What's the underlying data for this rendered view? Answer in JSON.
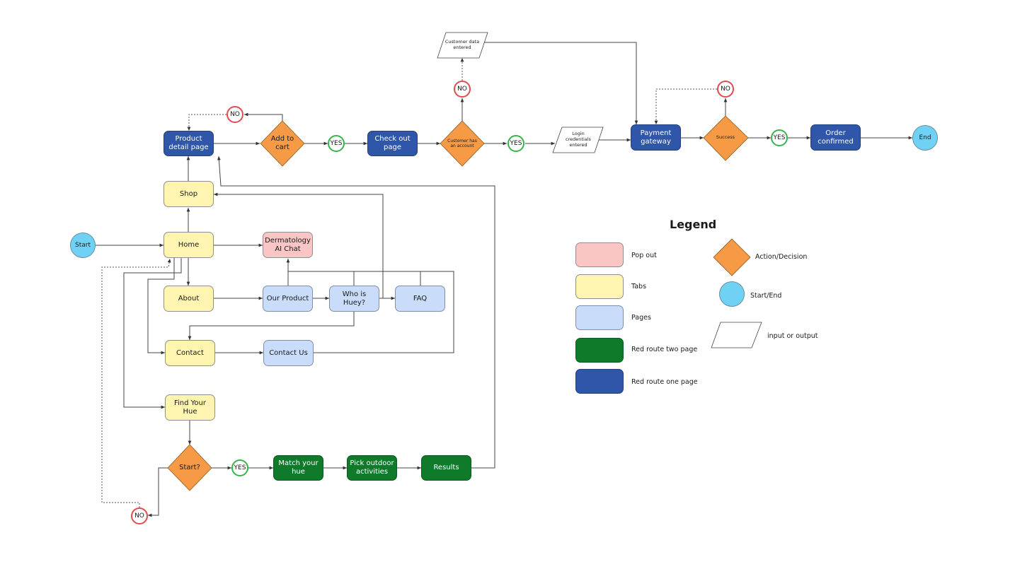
{
  "nodes": {
    "start": "Start",
    "home": "Home",
    "shop": "Shop",
    "about": "About",
    "contact": "Contact",
    "find_your_hue": "Find Your Hue",
    "derm_ai_chat": "Dermatology AI Chat",
    "our_product": "Our Product",
    "who_is_huey": "Who is Huey?",
    "faq": "FAQ",
    "contact_us": "Contact Us",
    "product_detail": "Product detail page",
    "add_to_cart": "Add to cart",
    "check_out": "Check out page",
    "customer_has_account": "Customer has an account",
    "customer_data_entered": "Customer data entered",
    "login_entered": "Login credentials entered",
    "payment_gateway": "Payment gateway",
    "success": "Success",
    "order_confirmed": "Order confirmed",
    "end": "End",
    "start_q": "Start?",
    "match_your_hue": "Match your hue",
    "pick_outdoor": "Pick outdoor activities",
    "results": "Results"
  },
  "answers": {
    "yes": "YES",
    "no": "NO"
  },
  "legend": {
    "title": "Legend",
    "items": {
      "pop_out": "Pop out",
      "tabs": "Tabs",
      "pages": "Pages",
      "red_route_two": "Red route two page",
      "red_route_one": "Red route one page",
      "action_decision": "Action/Decision",
      "start_end": "Start/End",
      "input_output": "input or output"
    }
  },
  "colors": {
    "tab": "#fff4b0",
    "page": "#c9dcfa",
    "pop_out": "#f9c5c5",
    "red_route_two": "#0f7a2a",
    "red_route_one": "#2f56a8",
    "decision": "#f79a45",
    "start_end": "#6fd2f5",
    "yes_ring": "#36b44a",
    "no_ring": "#e04b4b"
  }
}
